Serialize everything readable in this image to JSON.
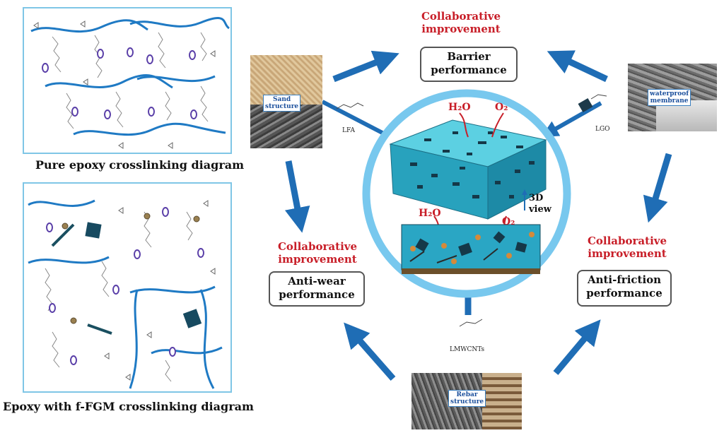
{
  "left_panels": {
    "top_caption": "Pure epoxy crosslinking diagram",
    "bottom_caption": "Epoxy with f-FGM crosslinking diagram"
  },
  "center": {
    "h2o_top": "H₂O",
    "o2_top": "O₂",
    "h2o_bottom": "H₂O",
    "o2_bottom": "O₂",
    "view_label_line1": "3D",
    "view_label_line2": "view"
  },
  "top_box": {
    "label_line1": "Collaborative",
    "label_line2": "improvement",
    "perf_line1": "Barrier",
    "perf_line2": "performance"
  },
  "left_box": {
    "label_line1": "Collaborative",
    "label_line2": "improvement",
    "perf_line1": "Anti-wear",
    "perf_line2": "performance"
  },
  "right_box": {
    "label_line1": "Collaborative",
    "label_line2": "improvement",
    "perf_line1": "Anti-friction",
    "perf_line2": "performance"
  },
  "photos": {
    "sand_tag_line1": "Sand",
    "sand_tag_line2": "structure",
    "membrane_tag_line1": "waterproof",
    "membrane_tag_line2": "membrane",
    "rebar_tag_line1": "Rebar",
    "rebar_tag_line2": "structure"
  },
  "fillers": {
    "lfa": "LFA",
    "lgo": "LGO",
    "lmwcnts": "LMWCNTs"
  },
  "colors": {
    "frame": "#7fc6e6",
    "arrow": "#1f6db5",
    "ring": "#78c8ee",
    "matrix": "#2aa6c4",
    "red_label": "#c81e28"
  }
}
